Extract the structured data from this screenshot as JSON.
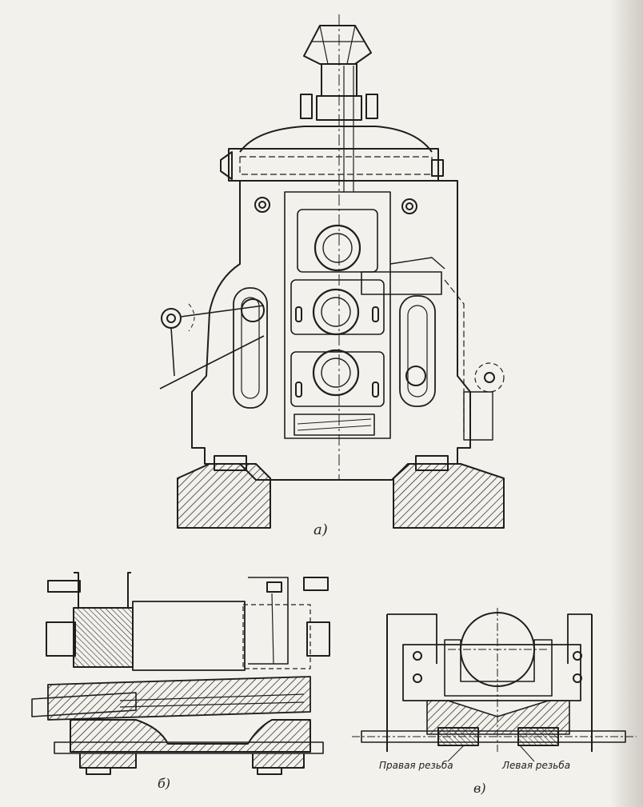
{
  "figure": {
    "caption_a": "а)",
    "caption_b": "б)",
    "caption_v": "в)",
    "label_right_thread": "Правая резьба",
    "label_left_thread": "Левая резьба"
  }
}
